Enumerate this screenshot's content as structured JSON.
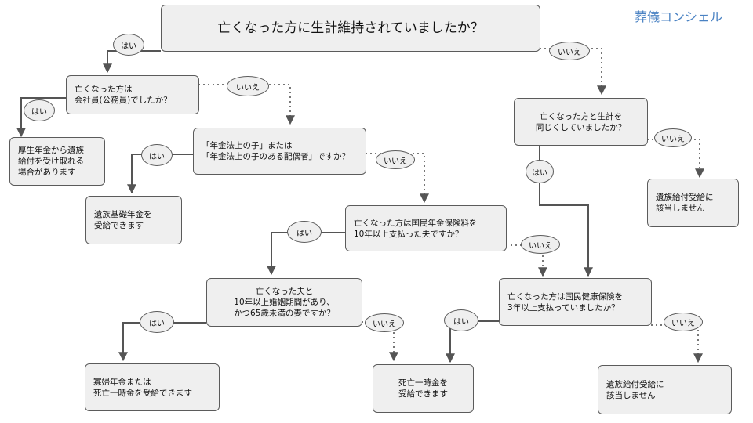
{
  "brand": "葬儀コンシェル",
  "labels": {
    "yes": "はい",
    "no": "いいえ"
  },
  "nodes": {
    "q_supported": "亡くなった方に生計維持されていましたか？",
    "q_employee": "亡くなった方は\n会社員(公務員)でしたか？",
    "r_kosei": "厚生年金から遺族\n給付を受け取れる\n場合があります",
    "q_child": "「年金法上の子」または\n「年金法上の子のある配偶者」ですか？",
    "r_kiso": "遺族基礎年金を\n受給できます",
    "q_same_livelihood": "亡くなった方と生計を\n同じくしていましたか？",
    "r_none_1": "遺族給付受給に\n該当しません",
    "q_husband_paid": "亡くなった方は国民年金保険料を\n10年以上支払った夫ですか？",
    "q_wife": "亡くなった夫と\n10年以上婚姻期間があり、\nかつ65歳未満の妻ですか？",
    "r_kafu": "寡婦年金または\n死亡一時金を受給できます",
    "q_paid_3y": "亡くなった方は国民健康保険を\n3年以上支払っていましたか？",
    "r_lump": "死亡一時金を\n受給できます",
    "r_none_2": "遺族給付受給に\n該当しません"
  }
}
